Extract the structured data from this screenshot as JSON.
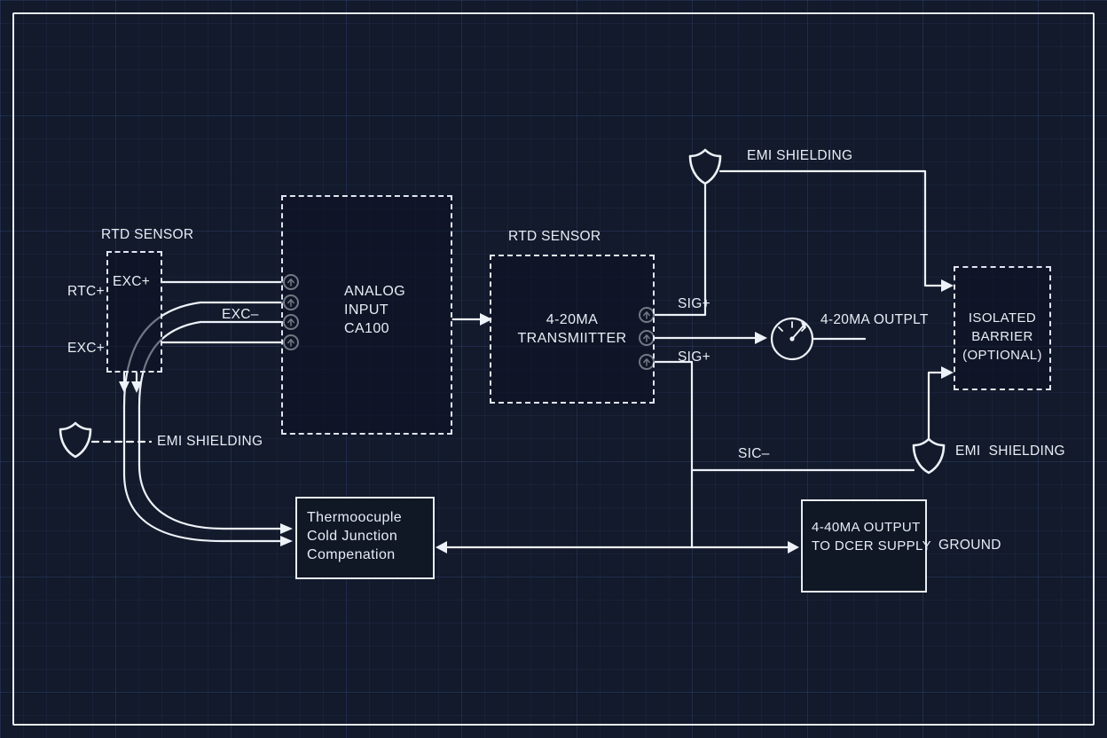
{
  "colors": {
    "background": "#121a2b",
    "line": "#edf2f8",
    "grid": "#2a3a5e",
    "text": "#e8edf5"
  },
  "sensor": {
    "title": "RTD SENSOR",
    "exc_plus_top": "EXC+",
    "rtc_plus": "RTC+",
    "exc_minus": "EXC–",
    "exc_plus_bottom": "EXC+"
  },
  "analog_input": {
    "line1": "ANALOG",
    "line2": "INPUT",
    "line3": "CA100"
  },
  "transmitter": {
    "title": "RTD SENSOR",
    "line1": "4-20MA",
    "line2": "TRANSMIITTER",
    "sig_plus_top": "SIG+",
    "sig_plus_bottom": "SIG+"
  },
  "output": {
    "label": "4-20MA OUTPLT"
  },
  "barrier": {
    "line1": "ISOLATED",
    "line2": "BARRIER",
    "line3": "(OPTIONAL)"
  },
  "shielding": {
    "top": "EMI SHIELDING",
    "left": "EMI SHIELDING",
    "bottom": "EMI  SHIELDING"
  },
  "sic_minus": "SIC–",
  "thermocouple": {
    "line1": "Thermoocuple",
    "line2": "Cold Junction",
    "line3": "Compenation"
  },
  "dc_supply": {
    "line1": "4-40MA OUTPUT",
    "line2": "TO DCER SUPPLY"
  },
  "ground": "GROUND"
}
